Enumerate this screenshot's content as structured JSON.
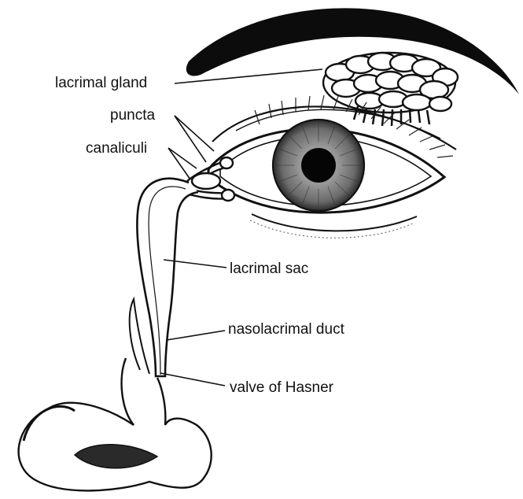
{
  "figure": {
    "labels": {
      "lacrimal_gland": "lacrimal gland",
      "puncta": "puncta",
      "canaliculi": "canaliculi",
      "lacrimal_sac": "lacrimal sac",
      "nasolacrimal_duct": "nasolacrimal duct",
      "valve_of_hasner": "valve of Hasner"
    },
    "colors": {
      "ink": "#111111",
      "background": "#ffffff",
      "iris": "#7a7a7a",
      "pupil": "#050505"
    }
  }
}
